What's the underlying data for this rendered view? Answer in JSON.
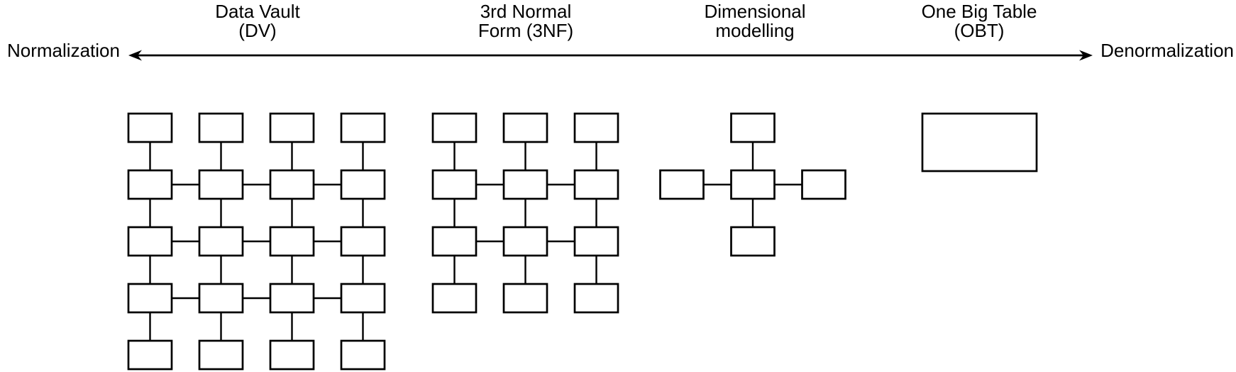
{
  "spectrum": {
    "left_label": "Normalization",
    "right_label": "Denormalization",
    "arrow": "double-headed"
  },
  "approaches": [
    {
      "id": "data-vault",
      "label_line1": "Data Vault",
      "label_line2": "(DV)",
      "diagram": {
        "type": "grid",
        "columns": 4,
        "rows": 5,
        "box_count": 20,
        "horizontal_link_rows": [
          2,
          3,
          4
        ]
      }
    },
    {
      "id": "3nf",
      "label_line1": "3rd Normal",
      "label_line2": "Form (3NF)",
      "diagram": {
        "type": "grid",
        "columns": 3,
        "rows": 4,
        "box_count": 12,
        "horizontal_link_rows": [
          2,
          3
        ]
      }
    },
    {
      "id": "dimensional",
      "label_line1": "Dimensional",
      "label_line2": "modelling",
      "diagram": {
        "type": "star",
        "box_count": 5,
        "satellites": [
          "top",
          "left",
          "right",
          "bottom"
        ]
      }
    },
    {
      "id": "obt",
      "label_line1": "One Big Table",
      "label_line2": "(OBT)",
      "diagram": {
        "type": "single",
        "box_count": 1,
        "box_style": "large"
      }
    }
  ],
  "colors": {
    "stroke": "#000000",
    "box_fill": "#ffffff",
    "background": "#ffffff"
  }
}
